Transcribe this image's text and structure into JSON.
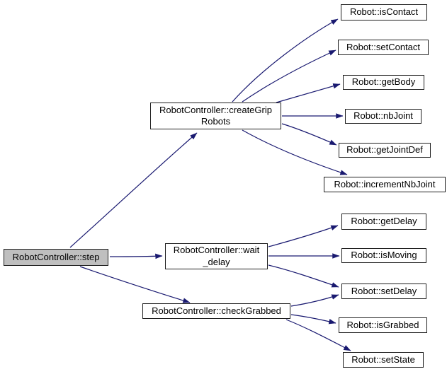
{
  "graph": {
    "type": "call-graph",
    "background_color": "#ffffff",
    "edge_color": "#191970",
    "node_border_color": "#1f1f1f",
    "node_fill_color": "#ffffff",
    "highlighted_node_fill_color": "#bfbfbf",
    "nodes": [
      {
        "id": "step",
        "label": "RobotController::step",
        "highlighted": true
      },
      {
        "id": "createGripRobots",
        "label": "RobotController::createGrip\nRobots",
        "highlighted": false
      },
      {
        "id": "wait_delay",
        "label": "RobotController::wait\n_delay",
        "highlighted": false
      },
      {
        "id": "checkGrabbed",
        "label": "RobotController::checkGrabbed",
        "highlighted": false
      },
      {
        "id": "isContact",
        "label": "Robot::isContact",
        "highlighted": false
      },
      {
        "id": "setContact",
        "label": "Robot::setContact",
        "highlighted": false
      },
      {
        "id": "getBody",
        "label": "Robot::getBody",
        "highlighted": false
      },
      {
        "id": "nbJoint",
        "label": "Robot::nbJoint",
        "highlighted": false
      },
      {
        "id": "getJointDef",
        "label": "Robot::getJointDef",
        "highlighted": false
      },
      {
        "id": "incrementNbJoint",
        "label": "Robot::incrementNbJoint",
        "highlighted": false
      },
      {
        "id": "getDelay",
        "label": "Robot::getDelay",
        "highlighted": false
      },
      {
        "id": "isMoving",
        "label": "Robot::isMoving",
        "highlighted": false
      },
      {
        "id": "setDelay",
        "label": "Robot::setDelay",
        "highlighted": false
      },
      {
        "id": "isGrabbed",
        "label": "Robot::isGrabbed",
        "highlighted": false
      },
      {
        "id": "setState",
        "label": "Robot::setState",
        "highlighted": false
      }
    ],
    "edges": [
      {
        "from": "step",
        "to": "createGripRobots"
      },
      {
        "from": "step",
        "to": "wait_delay"
      },
      {
        "from": "step",
        "to": "checkGrabbed"
      },
      {
        "from": "createGripRobots",
        "to": "isContact"
      },
      {
        "from": "createGripRobots",
        "to": "setContact"
      },
      {
        "from": "createGripRobots",
        "to": "getBody"
      },
      {
        "from": "createGripRobots",
        "to": "nbJoint"
      },
      {
        "from": "createGripRobots",
        "to": "getJointDef"
      },
      {
        "from": "createGripRobots",
        "to": "incrementNbJoint"
      },
      {
        "from": "wait_delay",
        "to": "getDelay"
      },
      {
        "from": "wait_delay",
        "to": "isMoving"
      },
      {
        "from": "wait_delay",
        "to": "setDelay"
      },
      {
        "from": "checkGrabbed",
        "to": "setDelay"
      },
      {
        "from": "checkGrabbed",
        "to": "isGrabbed"
      },
      {
        "from": "checkGrabbed",
        "to": "setState"
      }
    ]
  }
}
